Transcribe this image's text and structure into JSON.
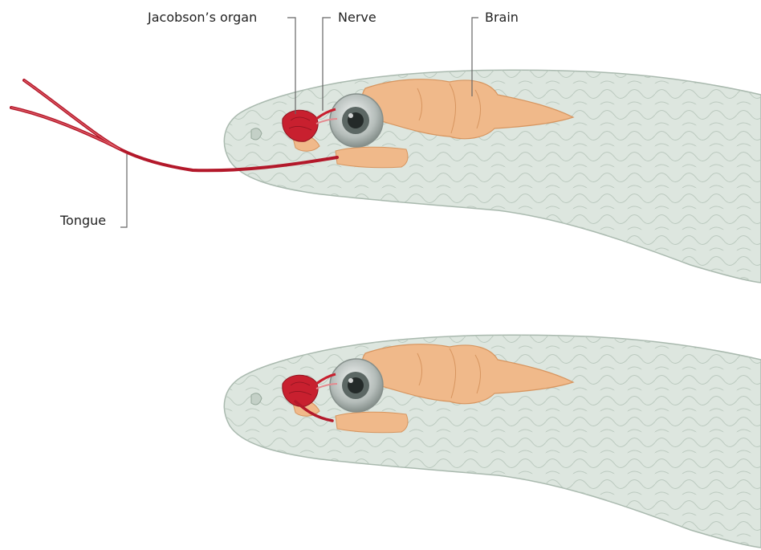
{
  "labels": {
    "jacobson": "Jacobson’s organ",
    "nerve": "Nerve",
    "brain": "Brain",
    "tongue": "Tongue"
  },
  "panels": [
    {
      "id": "tongue-extended",
      "tongue": "extended"
    },
    {
      "id": "tongue-retracted",
      "tongue": "retracted"
    }
  ],
  "colors": {
    "skin_fill": "#dde6df",
    "skin_stroke": "#a9b9ae",
    "scale_line": "#b7c6bb",
    "brain": "#f0b98a",
    "brain_stroke": "#d7955f",
    "organ_red": "#c8202f",
    "tongue_red": "#b3182a",
    "eye_ring": "#9ea6a3",
    "eye_iris": "#5c6764",
    "eye_pupil": "#242a29",
    "leader": "#666666"
  }
}
